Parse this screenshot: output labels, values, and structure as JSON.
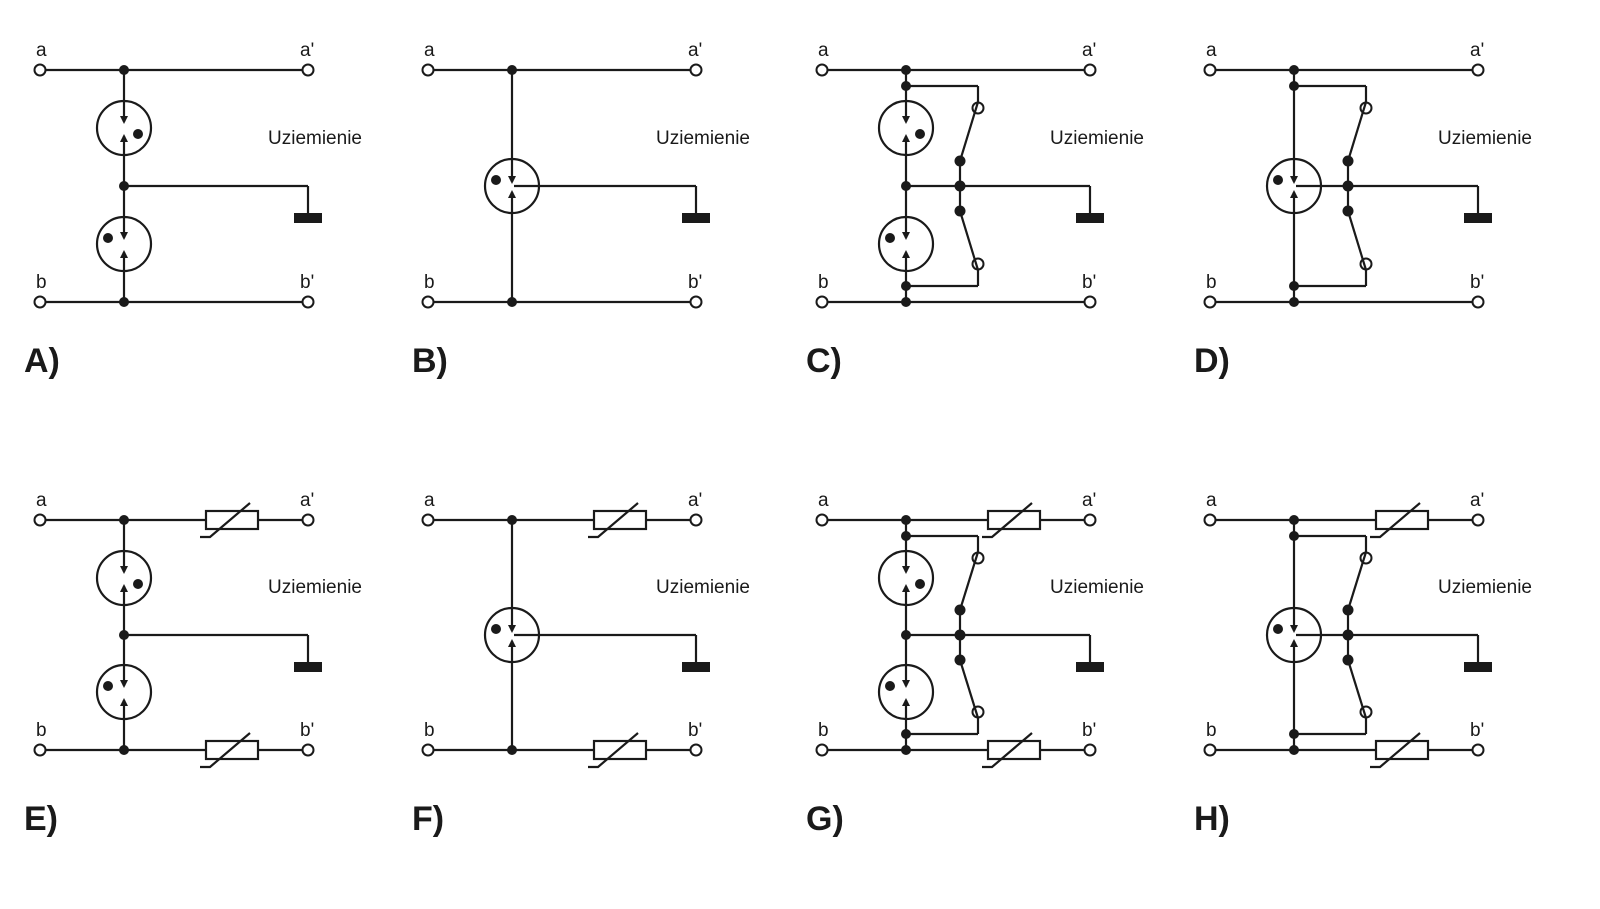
{
  "terminals": {
    "a": "a",
    "a_prime": "a'",
    "b": "b",
    "b_prime": "b'"
  },
  "ground_label": "Uziemienie",
  "panels": [
    {
      "label": "A)",
      "arrester": "double",
      "switches": false,
      "varistors": false
    },
    {
      "label": "B)",
      "arrester": "triple",
      "switches": false,
      "varistors": false
    },
    {
      "label": "C)",
      "arrester": "double",
      "switches": true,
      "varistors": false
    },
    {
      "label": "D)",
      "arrester": "triple",
      "switches": true,
      "varistors": false
    },
    {
      "label": "E)",
      "arrester": "double",
      "switches": false,
      "varistors": true
    },
    {
      "label": "F)",
      "arrester": "triple",
      "switches": false,
      "varistors": true
    },
    {
      "label": "G)",
      "arrester": "double",
      "switches": true,
      "varistors": true
    },
    {
      "label": "H)",
      "arrester": "triple",
      "switches": true,
      "varistors": true
    }
  ]
}
